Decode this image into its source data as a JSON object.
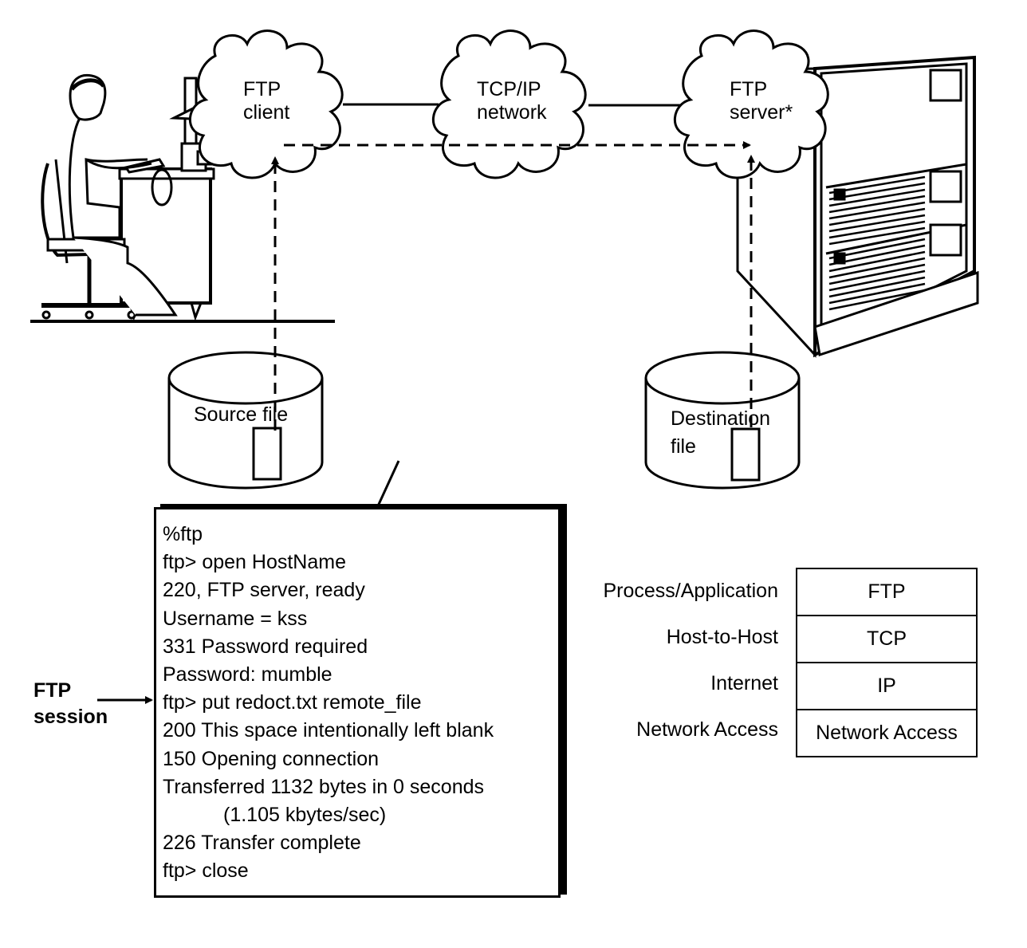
{
  "diagram": {
    "title": "FTP file transfer over TCP/IP",
    "clouds": {
      "client": {
        "line1": "FTP",
        "line2": "client"
      },
      "network": {
        "line1": "TCP/IP",
        "line2": "network"
      },
      "server": {
        "line1": "FTP",
        "line2": "server*"
      }
    },
    "storage": {
      "source": {
        "label": "Source file"
      },
      "destination": {
        "line1": "Destination",
        "line2": "file"
      }
    },
    "session": {
      "tag_line1": "FTP",
      "tag_line2": "session",
      "lines": [
        "%ftp",
        "ftp> open HostName",
        "220, FTP server, ready",
        "Username = kss",
        "331 Password required",
        "Password: mumble",
        "ftp> put redoct.txt remote_file",
        "200 This space intentionally left blank",
        "150 Opening connection",
        "Transferred 1132 bytes in 0 seconds",
        "(1.105 kbytes/sec)",
        "226 Transfer complete",
        "ftp> close"
      ]
    },
    "protocol_stack": {
      "layers": [
        {
          "layer": "Process/Application",
          "protocol": "FTP"
        },
        {
          "layer": "Host-to-Host",
          "protocol": "TCP"
        },
        {
          "layer": "Internet",
          "protocol": "IP"
        },
        {
          "layer": "Network Access",
          "protocol": "Network Access"
        }
      ]
    },
    "icons": [
      "user-at-workstation-icon",
      "server-cabinet-icon",
      "disk-cylinder-icon",
      "file-document-icon",
      "cloud-icon"
    ]
  }
}
